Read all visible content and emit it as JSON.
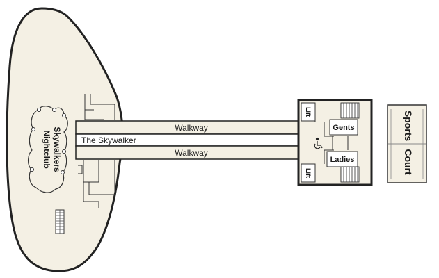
{
  "labels": {
    "nightclub_line1": "Skywalkers",
    "nightclub_line2": "Nightclub",
    "walkway_top": "Walkway",
    "walkway_bottom": "Walkway",
    "skywalker": "The Skywalker",
    "lift_top": "Lift",
    "lift_bottom": "Lift",
    "gents": "Gents",
    "ladies": "Ladies",
    "sports_line1": "Sports",
    "sports_line2": "Court"
  },
  "icons": {
    "accessible": "wheelchair-icon"
  },
  "colors": {
    "deck_fill": "#f4f0e4",
    "outline": "#222222",
    "walkway_fill": "#f4f0e4"
  }
}
